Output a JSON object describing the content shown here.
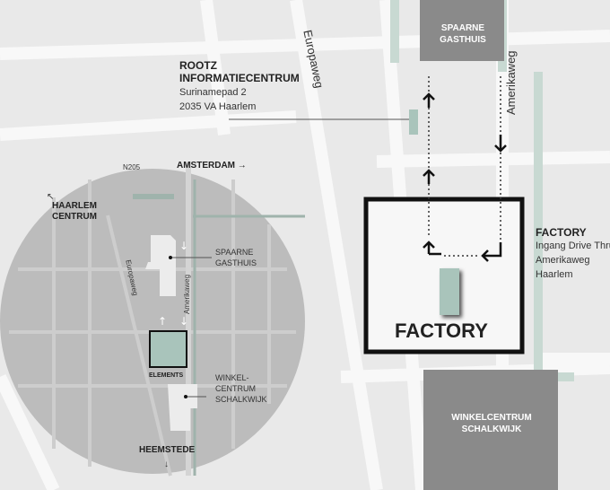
{
  "colors": {
    "background": "#e9e9e9",
    "road": "#f8f8f8",
    "green_road": "#c8d9d2",
    "building": "#8a8a8a",
    "factory_box": "#111111",
    "circle": "#bcbcbc",
    "elements": "#a9c4bb"
  },
  "main_map": {
    "roads": {
      "europaweg": "Europaweg",
      "amerikaweg": "Amerikaweg"
    },
    "spaarne": "SPAARNE GASTHUIS",
    "winkelcentrum": "WINKELCENTRUM SCHALKWIJK",
    "rootz": {
      "title_line1": "ROOTZ",
      "title_line2": "INFORMATIECENTRUM",
      "address1": "Surinamepad 2",
      "address2": "2035 VA Haarlem"
    },
    "factory_box_label": "FACTORY",
    "factory_info": {
      "title": "FACTORY",
      "line1": "Ingang Drive Thru",
      "line2": "Amerikaweg",
      "line3": "Haarlem"
    }
  },
  "inset_map": {
    "n205": "N205",
    "amsterdam": "AMSTERDAM →",
    "haarlem_line1": "HAARLEM",
    "haarlem_line2": "CENTRUM",
    "europaweg": "Europaweg",
    "amerikaweg": "Amerikaweg",
    "spaarne_line1": "SPAARNE",
    "spaarne_line2": "GASTHUIS",
    "elements": "ELEMENTS",
    "winkel_line1": "WINKEL-",
    "winkel_line2": "CENTRUM",
    "winkel_line3": "SCHALKWIJK",
    "heemstede": "HEEMSTEDE",
    "heemstede_arrow": "↓",
    "haarlem_arrow": "↖"
  }
}
